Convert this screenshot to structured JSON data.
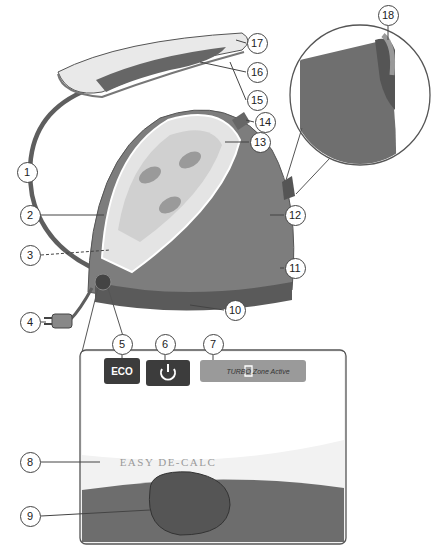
{
  "diagram": {
    "labels": [
      "1",
      "2",
      "3",
      "4",
      "5",
      "6",
      "7",
      "8",
      "9",
      "10",
      "11",
      "12",
      "13",
      "14",
      "15",
      "16",
      "17",
      "18",
      "ECO",
      "TURBO Zone Active",
      "EASY DE-CALC"
    ]
  }
}
